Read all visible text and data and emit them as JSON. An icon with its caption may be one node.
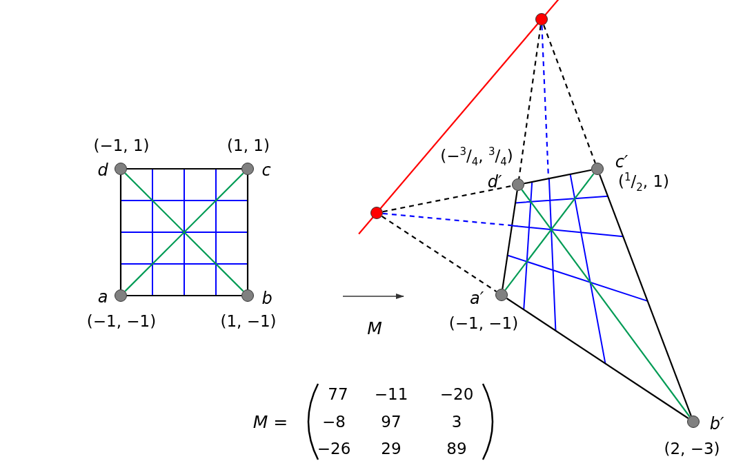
{
  "diagram": {
    "nodes": [
      {
        "text": [
          "d"
        ],
        "beside": [
          "(−1, 1)"
        ]
      },
      {
        "text": [
          "c"
        ],
        "beside": [
          "(1, 1)"
        ]
      },
      {
        "text": [
          "a"
        ],
        "beside": [
          "(−1, −1)"
        ]
      },
      {
        "text": [
          "b"
        ],
        "beside": [
          "(1, −1)"
        ]
      },
      {
        "text": [
          "d′"
        ],
        "beside": [
          "(−$^{3}$/$_{4}$, $^{3}$/$_{4}$)"
        ]
      },
      {
        "text": [
          "c′"
        ],
        "beside": [
          "($^{1}$/$_{2}$, 1)"
        ]
      },
      {
        "text": [
          "a′"
        ],
        "beside": [
          "(−1, −1)"
        ]
      },
      {
        "text": [
          "b′"
        ],
        "beside": [
          "(2, −3)"
        ]
      },
      {
        "text": [],
        "shape": "circle"
      },
      {
        "text": [],
        "shape": "circle"
      }
    ],
    "edges": [
      {
        "from": 2,
        "to": 3,
        "arrow": "none"
      },
      {
        "from": 3,
        "to": 1,
        "arrow": "none"
      },
      {
        "from": 1,
        "to": 0,
        "arrow": "none"
      },
      {
        "from": 0,
        "to": 2,
        "arrow": "none"
      },
      {
        "from": 2,
        "to": 1,
        "arrow": "none",
        "color": "#009b55"
      },
      {
        "from": 3,
        "to": 0,
        "arrow": "none",
        "color": "#009b55"
      },
      {
        "from": 6,
        "to": 7,
        "arrow": "none"
      },
      {
        "from": 7,
        "to": 5,
        "arrow": "none"
      },
      {
        "from": 5,
        "to": 4,
        "arrow": "none"
      },
      {
        "from": 4,
        "to": 6,
        "arrow": "none"
      },
      {
        "from": 6,
        "to": 5,
        "arrow": "none",
        "color": "#009b55"
      },
      {
        "from": 7,
        "to": 4,
        "arrow": "none",
        "color": "#009b55"
      },
      {
        "from": 9,
        "to": 8,
        "arrow": "none",
        "color": "#ff0000"
      },
      {
        "from": 8,
        "to": 4,
        "arrow": "none",
        "style": "dashed"
      },
      {
        "from": 8,
        "to": 5,
        "arrow": "none",
        "style": "dashed"
      },
      {
        "from": 8,
        "to": null,
        "arrow": "none",
        "style": "dashed",
        "color": "#0000ff"
      },
      {
        "from": 9,
        "to": 4,
        "arrow": "none",
        "style": "dashed"
      },
      {
        "from": 9,
        "to": 6,
        "arrow": "none",
        "style": "dashed"
      },
      {
        "from": 9,
        "to": null,
        "arrow": "none",
        "style": "dashed",
        "color": "#0000ff"
      }
    ],
    "labels": [
      "M",
      "*M* =",
      "77",
      "−11",
      "−20",
      "−8",
      "97",
      "3",
      "−26",
      "29",
      "89"
    ]
  }
}
